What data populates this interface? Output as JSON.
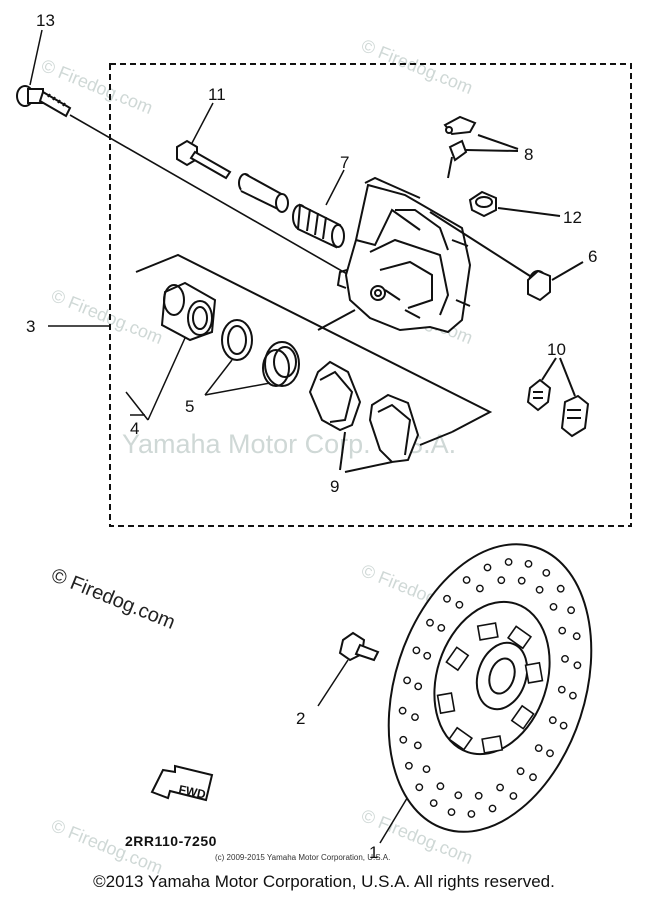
{
  "diagram": {
    "callouts": {
      "c1": "1",
      "c2": "2",
      "c3": "3",
      "c4": "4",
      "c5": "5",
      "c6": "6",
      "c7": "7",
      "c8": "8",
      "c9": "9",
      "c10": "10",
      "c11": "11",
      "c12": "12",
      "c13": "13"
    },
    "part_code": "2RR110-7250",
    "fwd_label": "FWD",
    "watermark_center": "Yamaha Motor Corp. U.S.A.",
    "watermark_firedog": "© Firedog.com",
    "small_copyright": "(c) 2009-2015 Yamaha Motor Corporation, U.S.A.",
    "footer_copyright": "©2013 Yamaha Motor Corporation, U.S.A. All rights reserved."
  }
}
